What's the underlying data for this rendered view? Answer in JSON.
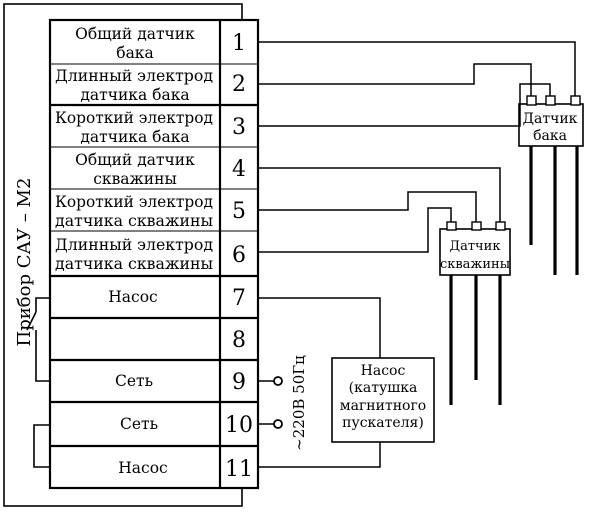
{
  "device": {
    "title": "Прибор САУ – М2"
  },
  "terminals": [
    {
      "number": "1",
      "lines": [
        "Общий датчик",
        "бака"
      ]
    },
    {
      "number": "2",
      "lines": [
        "Длинный электрод",
        "датчика бака"
      ]
    },
    {
      "number": "3",
      "lines": [
        "Короткий электрод",
        "датчика бака"
      ]
    },
    {
      "number": "4",
      "lines": [
        "Общий датчик",
        "скважины"
      ]
    },
    {
      "number": "5",
      "lines": [
        "Короткий электрод",
        "датчика скважины"
      ]
    },
    {
      "number": "6",
      "lines": [
        "Длинный электрод",
        "датчика скважины"
      ]
    },
    {
      "number": "7",
      "lines": [
        "Насос"
      ]
    },
    {
      "number": "8",
      "lines": []
    },
    {
      "number": "9",
      "lines": [
        "Сеть"
      ]
    },
    {
      "number": "10",
      "lines": [
        "Сеть"
      ]
    },
    {
      "number": "11",
      "lines": [
        "Насос"
      ]
    }
  ],
  "tank_sensor": {
    "lines": [
      "Датчик",
      "бака"
    ]
  },
  "well_sensor": {
    "lines": [
      "Датчик",
      "скважины"
    ]
  },
  "pump_box": {
    "lines": [
      "Насос",
      "(катушка",
      "магнитного",
      "пускателя)"
    ]
  },
  "mains_label": "~220В 50Гц"
}
